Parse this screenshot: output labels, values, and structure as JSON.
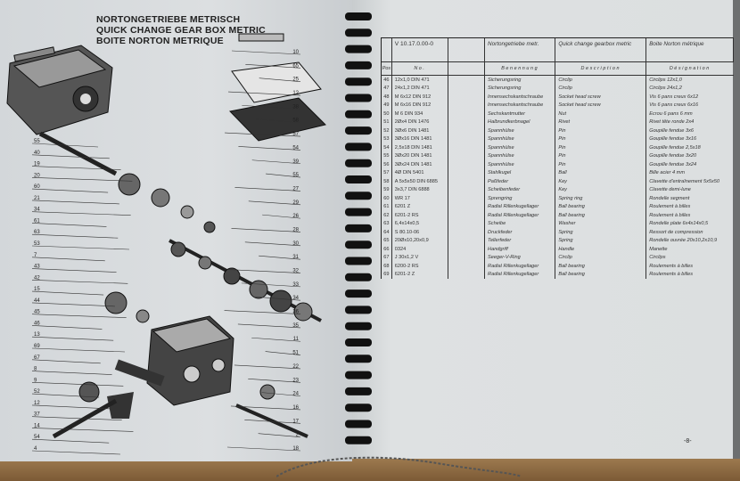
{
  "left_page": {
    "title_lines": [
      "NORTONGETRIEBE METRISCH",
      "QUICK CHANGE GEAR BOX METRIC",
      "BOITE NORTON METRIQUE"
    ],
    "callouts_left": [
      "55",
      "40",
      "19",
      "20",
      "60",
      "21",
      "34",
      "61",
      "63",
      "53",
      "7",
      "43",
      "42",
      "15",
      "44",
      "45",
      "46",
      "13",
      "69",
      "67",
      "8",
      "9",
      "52",
      "12",
      "37",
      "14",
      "54",
      "4"
    ],
    "callouts_right": [
      "10",
      "65",
      "25",
      "12",
      "38",
      "58",
      "57",
      "54",
      "39",
      "55",
      "27",
      "29",
      "26",
      "28",
      "30",
      "31",
      "32",
      "33",
      "34",
      "36",
      "35",
      "11",
      "51",
      "22",
      "23",
      "24",
      "16",
      "17",
      "2",
      "18"
    ]
  },
  "parts_table": {
    "header": {
      "article": "V 10.17.0.00-0",
      "german": "Nortongetriebe metr.",
      "english": "Quick change gearbox metric",
      "french": "Boite Norton métrique"
    },
    "subheader": {
      "pos": "Pos",
      "no": "No.",
      "german": "Benennung",
      "english": "Description",
      "french": "Désignation"
    },
    "rows": [
      {
        "pos": "46",
        "no": "12x1,0 DIN 471",
        "de": "Sicherungsring",
        "en": "Circlip",
        "fr": "Circlips 12x1,0"
      },
      {
        "pos": "47",
        "no": "24x1,2 DIN 471",
        "de": "Sicherungsring",
        "en": "Circlip",
        "fr": "Circlips 24x1,2"
      },
      {
        "pos": "48",
        "no": "M 6x12 DIN 912",
        "de": "Innensechskantschraube",
        "en": "Socket head screw",
        "fr": "Vis 6 pans creux 6x12"
      },
      {
        "pos": "49",
        "no": "M 6x16 DIN 912",
        "de": "Innensechskantschraube",
        "en": "Socket head screw",
        "fr": "Vis 6 pans creux 6x16"
      },
      {
        "pos": "50",
        "no": "M 6 DIN 934",
        "de": "Sechskantmutter",
        "en": "Nut",
        "fr": "Ecrou 6 pans 6 mm"
      },
      {
        "pos": "51",
        "no": "2Øx4 DIN 1476",
        "de": "Halbrundkerbnagel",
        "en": "Rivet",
        "fr": "Rivet tête ronde 2x4"
      },
      {
        "pos": "52",
        "no": "3Øx6 DIN 1481",
        "de": "Spannhülse",
        "en": "Pin",
        "fr": "Goupille fendue 3x6"
      },
      {
        "pos": "53",
        "no": "3Øx16 DIN 1481",
        "de": "Spannhülse",
        "en": "Pin",
        "fr": "Goupille fendue 3x16"
      },
      {
        "pos": "54",
        "no": "2,5x18 DIN 1481",
        "de": "Spannhülse",
        "en": "Pin",
        "fr": "Goupille fendue 2,5x18"
      },
      {
        "pos": "55",
        "no": "3Øx20 DIN 1481",
        "de": "Spannhülse",
        "en": "Pin",
        "fr": "Goupille fendue 3x20"
      },
      {
        "pos": "56",
        "no": "3Øx24 DIN 1481",
        "de": "Spannhülse",
        "en": "Pin",
        "fr": "Goupille fendue 3x24"
      },
      {
        "pos": "57",
        "no": "4Ø DIN 5401",
        "de": "Stahlkugel",
        "en": "Ball",
        "fr": "Bille acier 4 mm"
      },
      {
        "pos": "58",
        "no": "A 5x5x50 DIN 6885",
        "de": "Paßfeder",
        "en": "Key",
        "fr": "Clavette d'entraînement 5x5x50"
      },
      {
        "pos": "59",
        "no": "3x3,7 DIN 6888",
        "de": "Scheibenfeder",
        "en": "Key",
        "fr": "Clavette demi-lune"
      },
      {
        "pos": "60",
        "no": "WR 17",
        "de": "Sprengring",
        "en": "Spring ring",
        "fr": "Rondelle segment"
      },
      {
        "pos": "61",
        "no": "6201 Z",
        "de": "Radial Rillenkugellager",
        "en": "Ball bearing",
        "fr": "Roulement à billes"
      },
      {
        "pos": "62",
        "no": "6201-2 RS",
        "de": "Radial Rillenkugellager",
        "en": "Ball bearing",
        "fr": "Roulement à billes"
      },
      {
        "pos": "63",
        "no": "6,4x14x0,5",
        "de": "Scheibe",
        "en": "Washer",
        "fr": "Rondelle plate 6x4x14x0,5"
      },
      {
        "pos": "64",
        "no": "S 80.10-06",
        "de": "Druckfeder",
        "en": "Spring",
        "fr": "Ressort de compression"
      },
      {
        "pos": "65",
        "no": "20Øx10,20x0,9",
        "de": "Tellerfeder",
        "en": "Spring",
        "fr": "Rondelle ouvrée 20x10,2x10,9"
      },
      {
        "pos": "66",
        "no": "0324",
        "de": "Handgriff",
        "en": "Handle",
        "fr": "Manette"
      },
      {
        "pos": "67",
        "no": "J 30x1,2 V",
        "de": "Seeger-V-Ring",
        "en": "Circlip",
        "fr": "Circlips"
      },
      {
        "pos": "68",
        "no": "6200-2 RS",
        "de": "Radial Rillenkugellager",
        "en": "Ball bearing",
        "fr": "Roulements à billes"
      },
      {
        "pos": "69",
        "no": "6201-2 Z",
        "de": "Radial Rillenkugellager",
        "en": "Ball bearing",
        "fr": "Roulements à billes"
      }
    ]
  },
  "page_number": "-8-"
}
